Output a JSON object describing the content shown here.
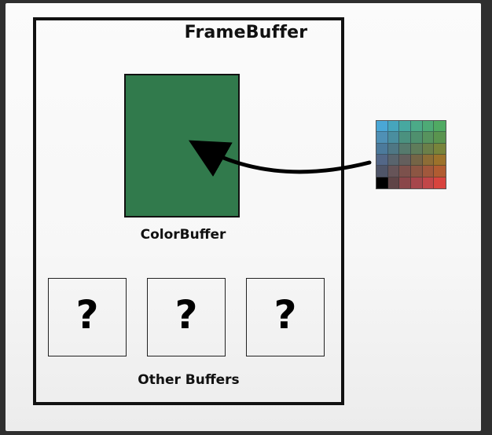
{
  "framebuffer": {
    "title": "FrameBuffer"
  },
  "color_buffer": {
    "label": "ColorBuffer",
    "fill_color": "#317a4c"
  },
  "other_buffers": {
    "label": "Other Buffers",
    "items": [
      {
        "symbol": "?"
      },
      {
        "symbol": "?"
      },
      {
        "symbol": "?"
      }
    ]
  },
  "palette": {
    "rows": [
      [
        "#4aa7d6",
        "#46a5bc",
        "#47a8a0",
        "#4caa88",
        "#4eaa76",
        "#50aa63"
      ],
      [
        "#4f90b5",
        "#4a8e9f",
        "#4b917f",
        "#4f906e",
        "#57935e",
        "#5a944f"
      ],
      [
        "#4c7a9b",
        "#4f7784",
        "#567a6d",
        "#5f7c5a",
        "#6b7f49",
        "#78843b"
      ],
      [
        "#536787",
        "#59646d",
        "#645f5d",
        "#756546",
        "#8d6d36",
        "#9c722b"
      ],
      [
        "#4f5568",
        "#665458",
        "#7c514c",
        "#8c5643",
        "#a1583c",
        "#b15c31"
      ],
      [
        "#000000",
        "#5f4547",
        "#8a474a",
        "#a6464b",
        "#c14648",
        "#d8443e"
      ]
    ]
  },
  "arrow": {
    "color": "#000000"
  }
}
